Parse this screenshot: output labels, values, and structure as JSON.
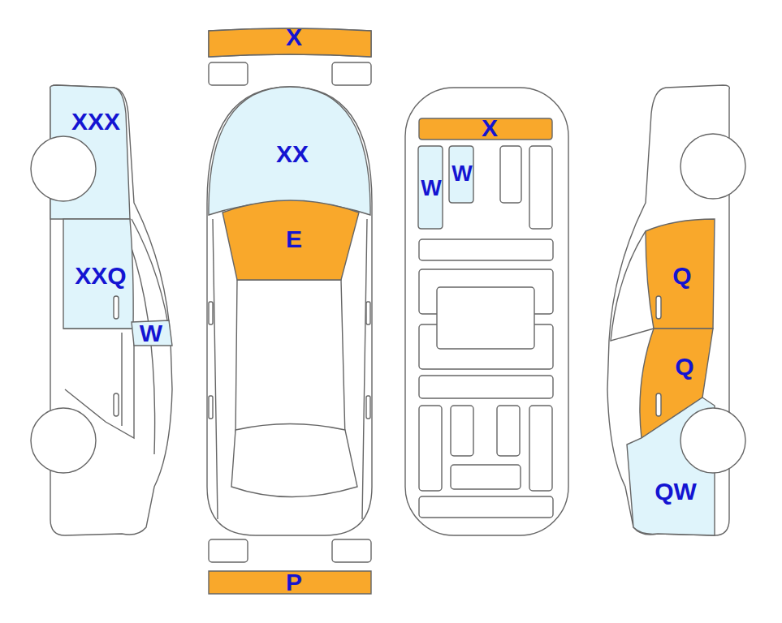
{
  "diagram": {
    "nodes": [
      {
        "text": [
          "XXX"
        ]
      },
      {
        "text": [
          "XXQ"
        ]
      },
      {
        "text": [
          "W"
        ]
      },
      {
        "text": [
          "X"
        ]
      },
      {
        "text": [
          "XX"
        ]
      },
      {
        "text": [
          "E"
        ]
      },
      {
        "text": [
          "P"
        ]
      },
      {
        "text": [
          "X"
        ]
      },
      {
        "text": [
          "W"
        ]
      },
      {
        "text": [
          "W"
        ]
      },
      {
        "text": [
          "Q"
        ]
      },
      {
        "text": [
          "Q"
        ]
      },
      {
        "text": [
          "QW"
        ]
      }
    ]
  }
}
